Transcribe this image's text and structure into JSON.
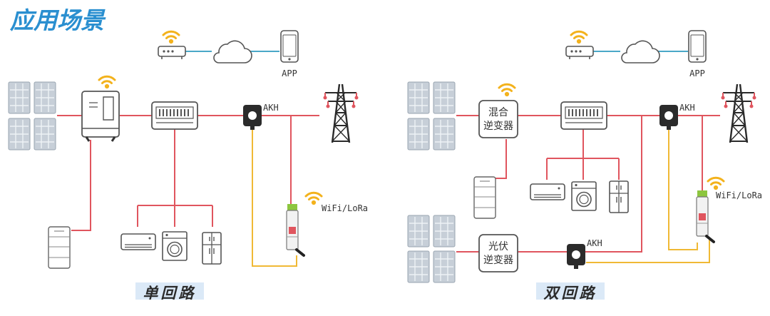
{
  "page": {
    "title": "应用场景",
    "title_color": "#2a8fd0"
  },
  "colors": {
    "power_line": "#e0555e",
    "signal_line": "#f0b935",
    "network_line": "#4aa8c8",
    "wifi": "#f3b21c",
    "device_stroke": "#555555",
    "panel_fill": "#c7cfd8",
    "label": "#333333",
    "footer_text": "#2b2b2b",
    "footer_band": "#dbe9f7",
    "meter_green": "#8dc63f"
  },
  "single_loop": {
    "app_label": "APP",
    "sensor_label": "AKH",
    "wireless_label": "WiFi/LoRa",
    "caption": "单回路",
    "icons": [
      "solar-panel-icon",
      "inverter-icon",
      "distribution-box-icon",
      "current-sensor-icon",
      "power-tower-icon",
      "router-icon",
      "cloud-icon",
      "phone-icon",
      "battery-icon",
      "air-conditioner-icon",
      "washing-machine-icon",
      "refrigerator-icon",
      "energy-meter-icon",
      "wifi-icon"
    ]
  },
  "dual_loop": {
    "app_label": "APP",
    "sensor_label_top": "AKH",
    "sensor_label_bottom": "AKH",
    "wireless_label": "WiFi/LoRa",
    "hybrid_inverter_line1": "混合",
    "hybrid_inverter_line2": "逆变器",
    "pv_inverter_line1": "光伏",
    "pv_inverter_line2": "逆变器",
    "caption": "双回路"
  }
}
